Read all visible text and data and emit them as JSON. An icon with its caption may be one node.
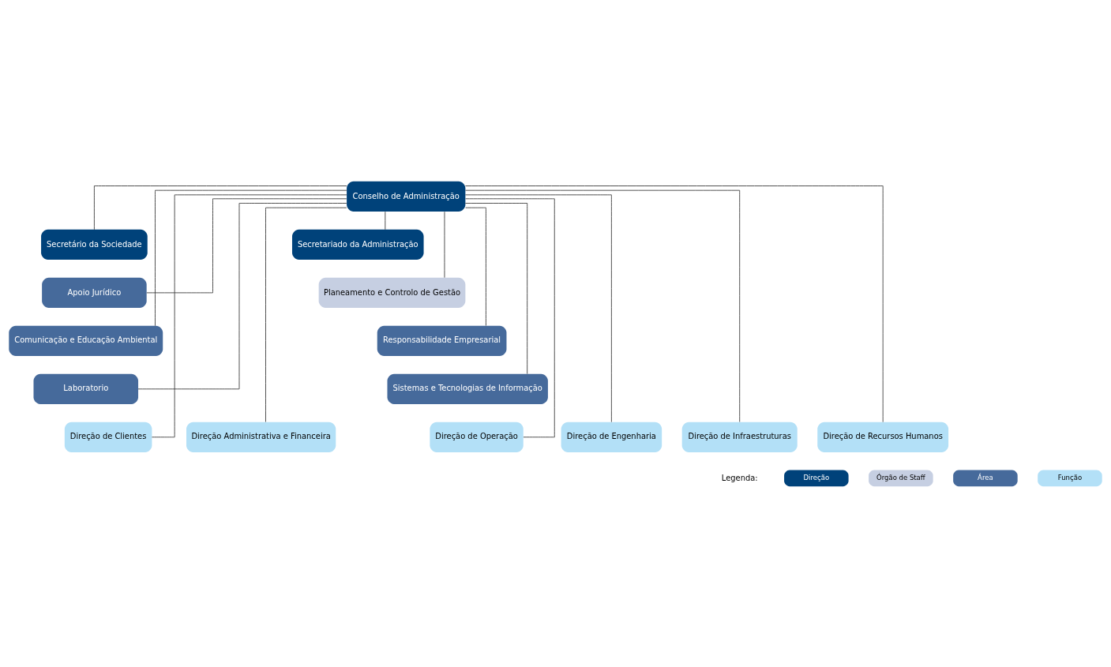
{
  "diagram": {
    "nodes": [
      {
        "text": [
          "Conselho de Administração"
        ]
      },
      {
        "text": [
          "Secretário da Sociedade"
        ]
      },
      {
        "text": [
          "Secretariado da Administração"
        ]
      },
      {
        "text": [
          "Apoio Jurídico"
        ]
      },
      {
        "text": [
          "Planeamento e Controlo de Gestão"
        ]
      },
      {
        "text": [
          "Comunicação e Educação Ambiental"
        ]
      },
      {
        "text": [
          "Responsabilidade Empresarial"
        ]
      },
      {
        "text": [
          "Laboratorio"
        ]
      },
      {
        "text": [
          "Sistemas e Tecnologias de Informação"
        ]
      },
      {
        "text": [
          "Direção Administrativa e Financeira"
        ]
      },
      {
        "text": [
          "Direção de Clientes"
        ]
      },
      {
        "text": [
          "Direção de Engenharia"
        ]
      },
      {
        "text": [
          "Direção de Infraestruturas"
        ]
      },
      {
        "text": [
          "Direção de Operação"
        ]
      },
      {
        "text": [
          "Direção de Recursos Humanos"
        ]
      }
    ],
    "edges": [
      {
        "from": 0,
        "to": 1,
        "arrow": "none"
      },
      {
        "from": 0,
        "to": 2,
        "arrow": "none"
      },
      {
        "from": 0,
        "to": 3,
        "arrow": "none"
      },
      {
        "from": 0,
        "to": 4,
        "arrow": "none"
      },
      {
        "from": 0,
        "to": 5,
        "arrow": "none"
      },
      {
        "from": 0,
        "to": 6,
        "arrow": "none"
      },
      {
        "from": 0,
        "to": 7,
        "arrow": "none"
      },
      {
        "from": 0,
        "to": 8,
        "arrow": "none"
      },
      {
        "from": 0,
        "to": 9,
        "arrow": "none"
      },
      {
        "from": 0,
        "to": 10,
        "arrow": "none"
      },
      {
        "from": 0,
        "to": 11,
        "arrow": "none"
      },
      {
        "from": 0,
        "to": 12,
        "arrow": "none"
      },
      {
        "from": 0,
        "to": 13,
        "arrow": "none"
      },
      {
        "from": 0,
        "to": 14,
        "arrow": "none"
      }
    ],
    "labels": [
      "Legenda:"
    ],
    "legend": [
      {
        "text": "Direção",
        "color": "#00427a"
      },
      {
        "text": "Órgão de Staff",
        "color": "#c6cfe2"
      },
      {
        "text": "Área",
        "color": "#466a9b"
      },
      {
        "text": "Função",
        "color": "#b3e0f7"
      }
    ]
  }
}
